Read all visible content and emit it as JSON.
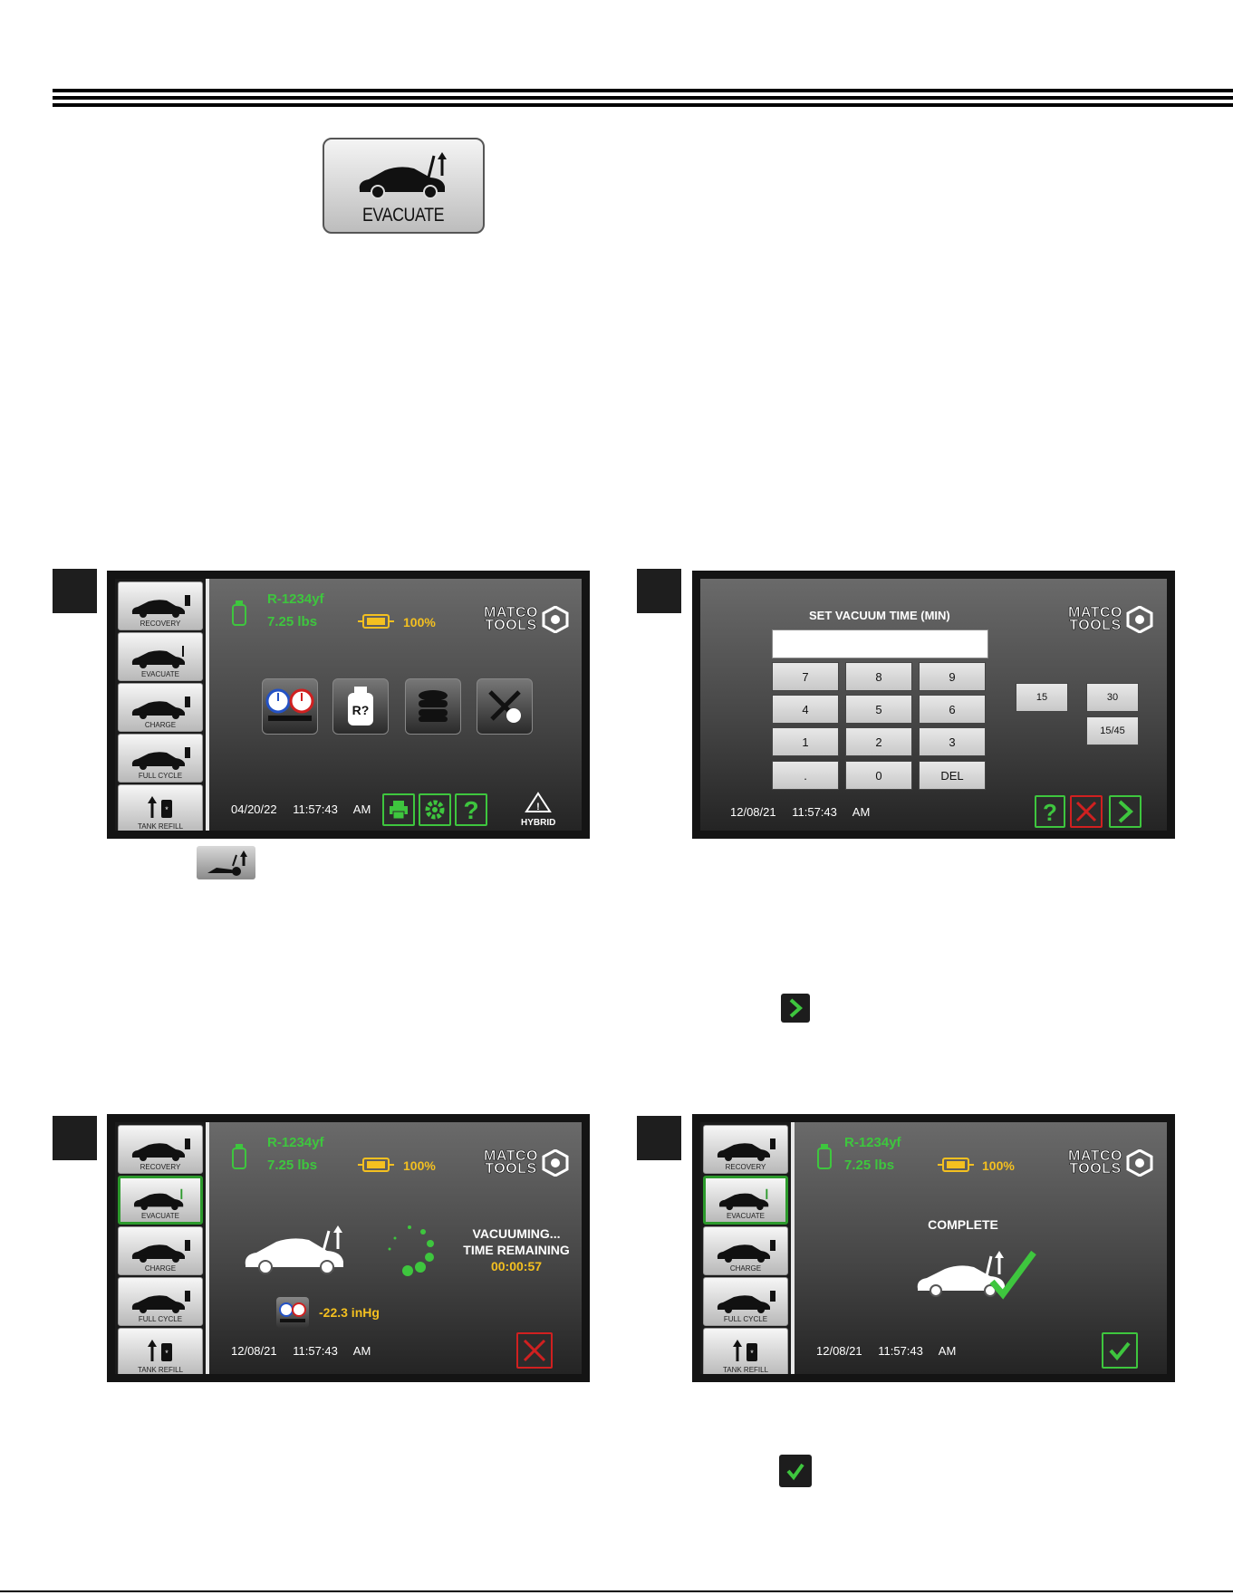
{
  "evacuate_button": {
    "label": "EVACUATE"
  },
  "sidebar_labels": [
    "RECOVERY",
    "EVACUATE",
    "CHARGE",
    "FULL CYCLE",
    "TANK REFILL"
  ],
  "status": {
    "refrigerant": "R-1234yf",
    "weight": "7.25 lbs",
    "battery_percent": "100%"
  },
  "logo": {
    "line1": "MATCO",
    "line2": "TOOLS"
  },
  "screen1": {
    "date": "04/20/22",
    "time": "11:57:43 AM",
    "hybrid": "HYBRID"
  },
  "screen2": {
    "title": "SET VACUUM TIME (MIN)",
    "keys": [
      "7",
      "8",
      "9",
      "4",
      "5",
      "6",
      "1",
      "2",
      "3",
      ".",
      "0",
      "DEL"
    ],
    "presets": [
      "15",
      "30",
      "15/45"
    ],
    "date": "12/08/21",
    "time": "11:57:43 AM"
  },
  "screen3": {
    "status_line1": "VACUUMING...",
    "status_line2": "TIME REMAINING",
    "timer": "00:00:57",
    "vacuum": "-22.3 inHg",
    "date": "12/08/21",
    "time": "11:57:43 AM"
  },
  "screen4": {
    "status": "COMPLETE",
    "date": "12/08/21",
    "time": "11:57:43 AM"
  },
  "colors": {
    "accent_green": "#3ec63e",
    "accent_yellow": "#f4c020",
    "cancel_red": "#d02020"
  }
}
